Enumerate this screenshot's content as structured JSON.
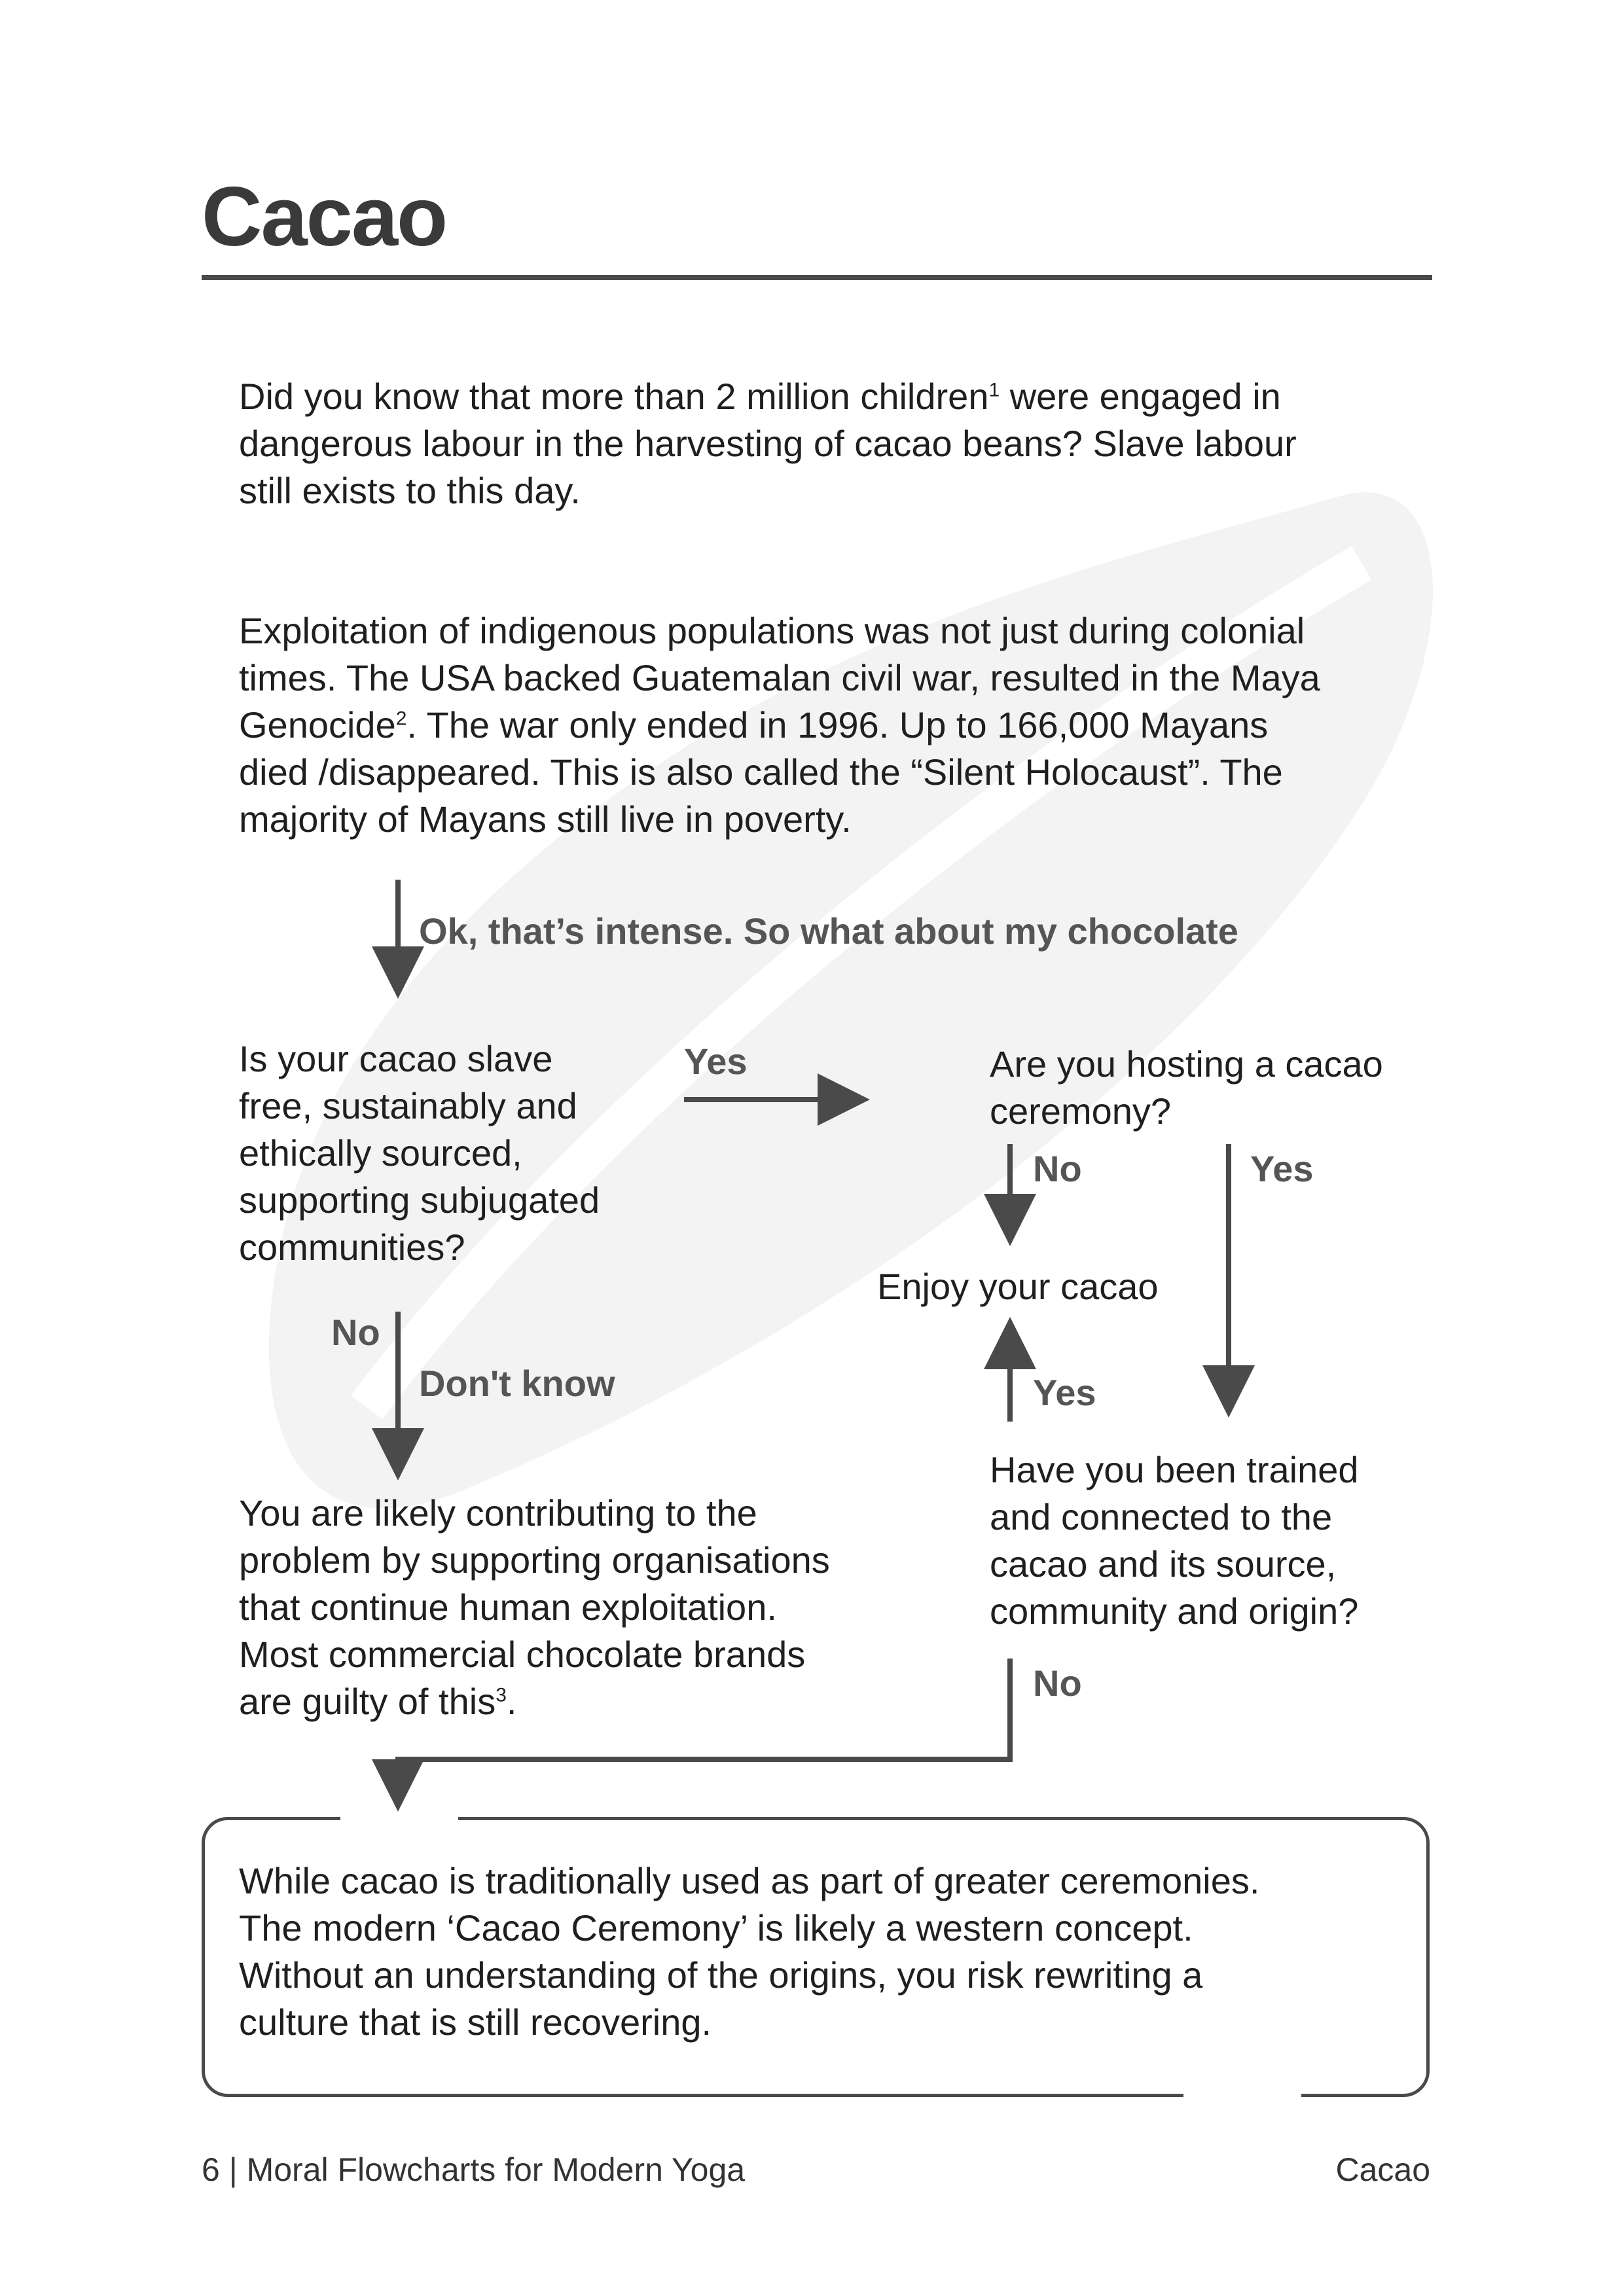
{
  "page": {
    "title": "Cacao",
    "intro": {
      "p1_a": "Did you know that more than 2 million children",
      "p1_sup": "1",
      "p1_b": " were engaged in",
      "p1_line2": "dangerous labour in the harvesting of cacao beans? Slave labour",
      "p1_line3": "still exists to this day.",
      "p2_line1": "Exploitation of indigenous populations was not just during colonial",
      "p2_line2": "times. The USA backed Guatemalan civil war, resulted in the Maya",
      "p2_line3a": "Genocide",
      "p2_sup": "2",
      "p2_line3b": ". The war only ended in 1996. Up to 166,000 Mayans",
      "p2_line4": "died /disappeared. This is also called the “Silent Holocaust”. The",
      "p2_line5": "majority of Mayans still live in poverty."
    }
  },
  "flowchart": {
    "prompt_label": "Ok, that’s intense. So what about my chocolate",
    "q_sourced": [
      "Is your cacao slave",
      "free, sustainably and",
      "ethically sourced,",
      "supporting subjugated",
      "communities?"
    ],
    "q_ceremony": [
      "Are you hosting a cacao",
      "ceremony?"
    ],
    "enjoy": "Enjoy your cacao",
    "q_trained": [
      "Have you been trained",
      "and connected to the",
      "cacao and its source,",
      "community and origin?"
    ],
    "result_contributing_lines": [
      "You are likely contributing to the",
      "problem by supporting organisations",
      "that continue human exploitation.",
      "Most commercial chocolate brands"
    ],
    "result_contributing_last": "are guilty of this",
    "result_contributing_sup": "3",
    "result_contributing_end": ".",
    "conclusion": [
      "While cacao is traditionally used as part of greater ceremonies.",
      "The modern ‘Cacao Ceremony’ is likely a western concept.",
      "Without an understanding of the origins, you risk rewriting a",
      "culture that is still recovering."
    ],
    "labels": {
      "yes_sourced": "Yes",
      "no_sourced": "No",
      "dont_know": "Don't know",
      "no_ceremony": "No",
      "yes_ceremony": "Yes",
      "yes_trained": "Yes",
      "no_trained": "No"
    }
  },
  "footer": {
    "left": "6 | Moral Flowcharts for Modern Yoga",
    "right": "Cacao"
  },
  "colors": {
    "arrow": "#4a4a4a",
    "label": "#555555",
    "watermark": "#f3f3f3"
  }
}
